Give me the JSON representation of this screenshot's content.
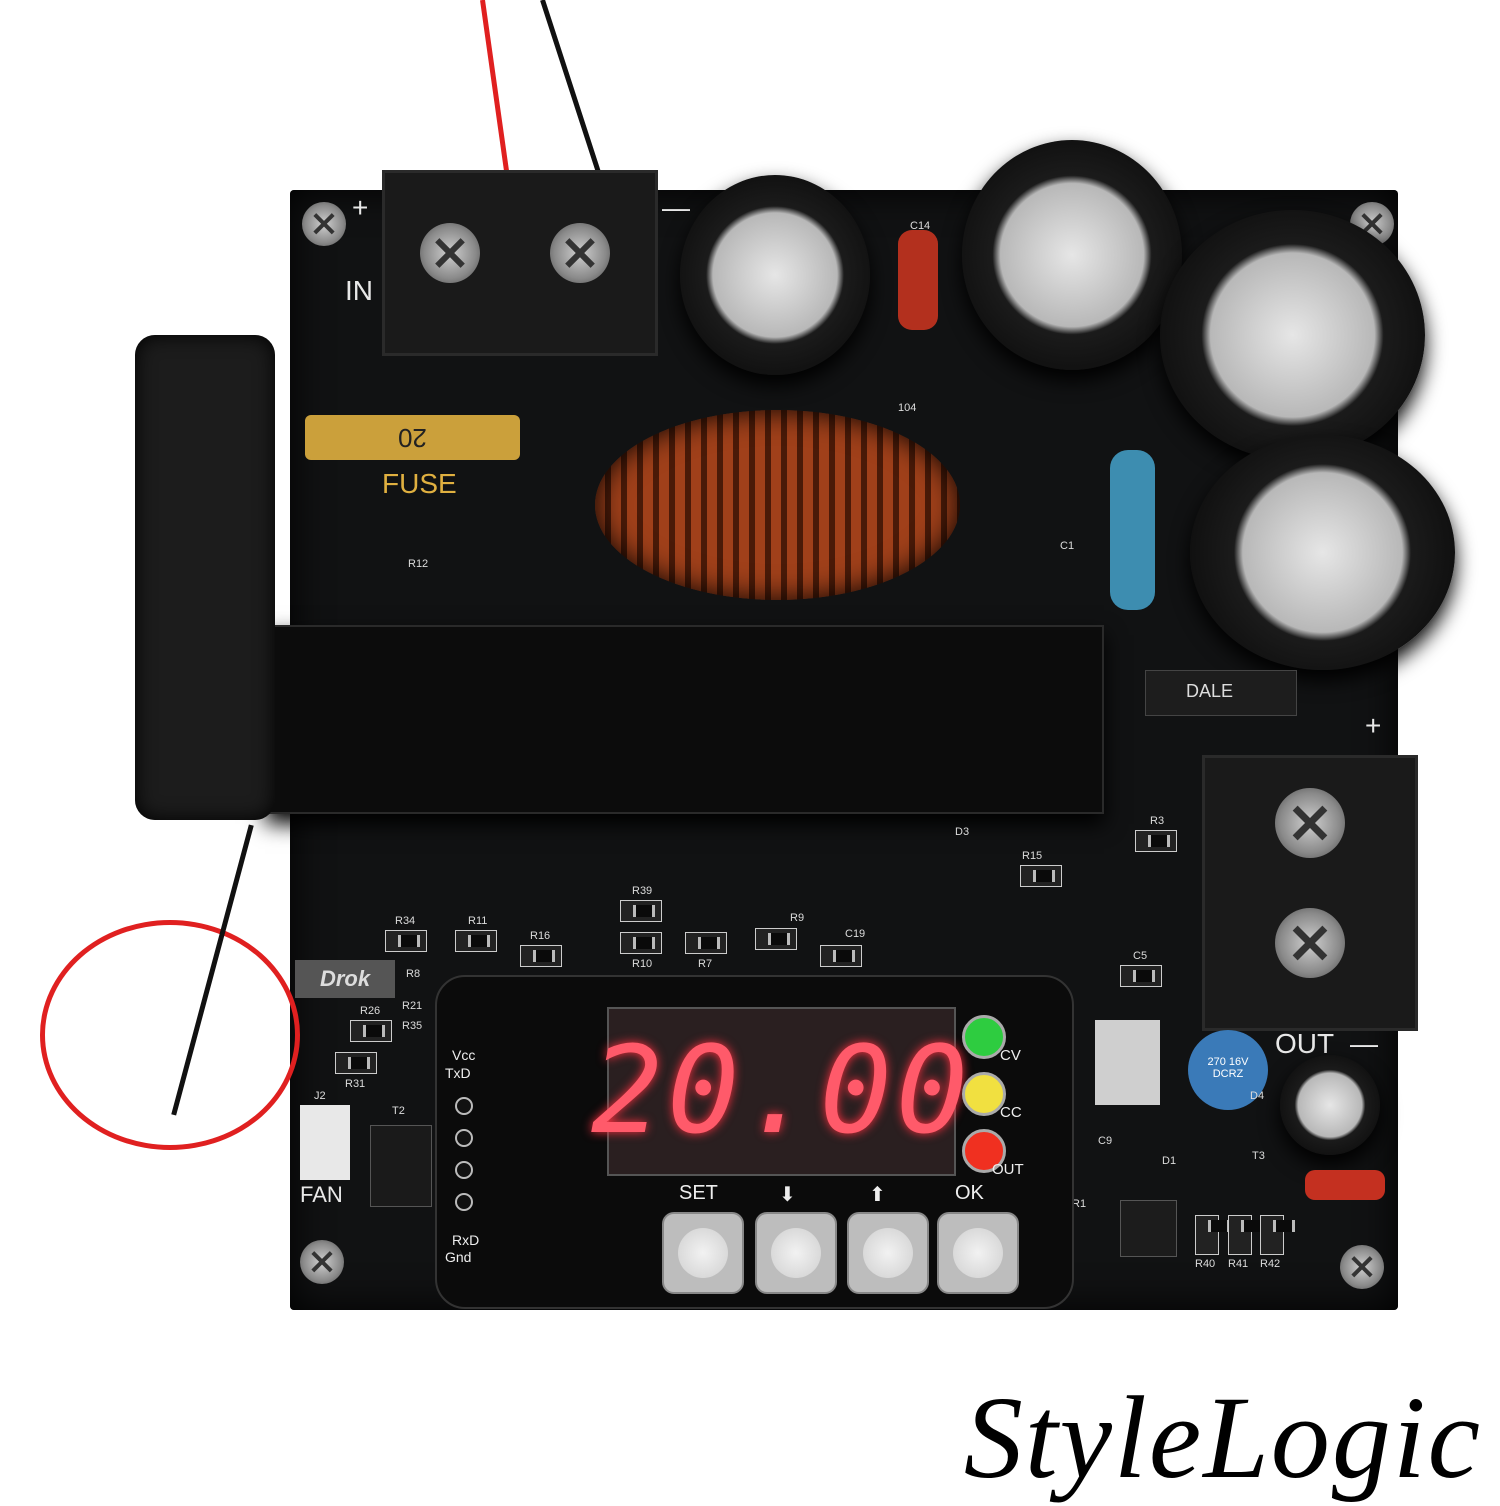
{
  "watermark": "StyleLogic",
  "board": {
    "brand_logo": "Drok",
    "input": {
      "label": "IN",
      "plus": "+",
      "minus": "—"
    },
    "output": {
      "label": "OUT",
      "plus": "+",
      "minus": "—"
    },
    "fuse": {
      "label": "FUSE",
      "rating": "20"
    },
    "fan_connector": {
      "label": "FAN",
      "ref": "J2"
    },
    "inductor_shunt": "DALE",
    "small_cap": "270 16V DCRZ",
    "silkscreen": [
      "R12",
      "C14",
      "104",
      "C1",
      "R34",
      "R11",
      "R16",
      "R39",
      "R10",
      "R7",
      "R9",
      "C19",
      "R8",
      "R26",
      "R35",
      "R21",
      "R31",
      "T2",
      "R15",
      "R3",
      "D3",
      "C5",
      "C9",
      "D1",
      "R1",
      "R40",
      "R41",
      "R42",
      "T3",
      "D4"
    ]
  },
  "display_module": {
    "reading": "20.00",
    "indicators": [
      {
        "label": "CV",
        "color": "#2ecc40"
      },
      {
        "label": "CC",
        "color": "#f1e040"
      },
      {
        "label": "OUT",
        "color": "#f03020"
      }
    ],
    "buttons": [
      {
        "label": "SET"
      },
      {
        "label": "⬇"
      },
      {
        "label": "⬆"
      },
      {
        "label": "OK"
      }
    ],
    "serial_pins": [
      "Vcc",
      "TxD",
      "RxD",
      "Gnd"
    ]
  },
  "colors": {
    "pcb": "#111213",
    "display_segments": "#ff5a6a",
    "wire_red": "#e02020",
    "wire_black": "#111111"
  }
}
